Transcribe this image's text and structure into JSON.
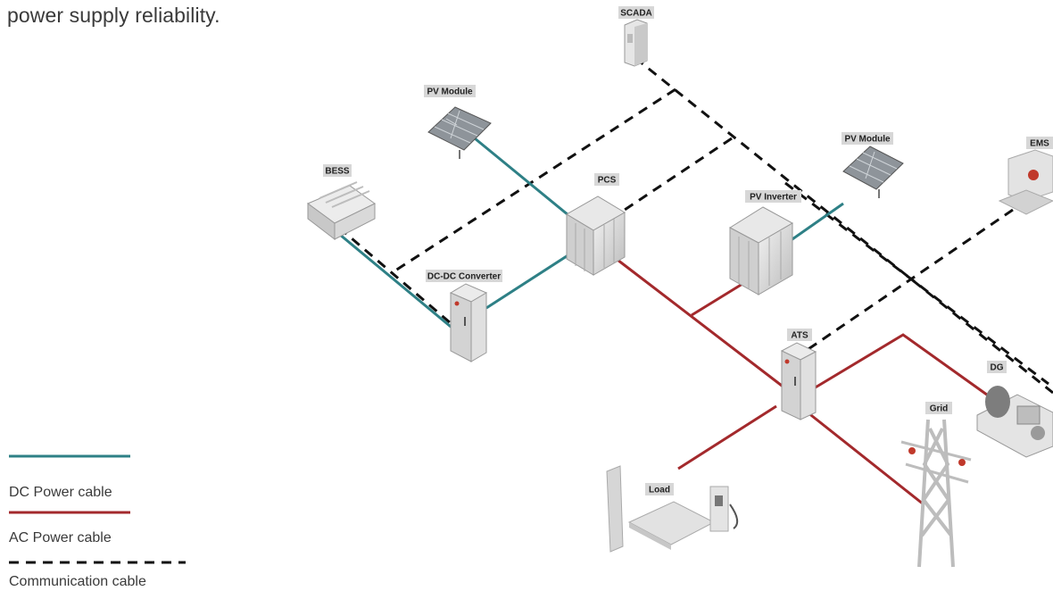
{
  "intro_text": "power supply reliability.",
  "colors": {
    "dc_cable": "#2e8086",
    "ac_cable": "#a3292c",
    "comm_cable": "#111111"
  },
  "nodes": {
    "scada": "SCADA",
    "pv_module_1": "PV Module",
    "pv_module_2": "PV Module",
    "ems": "EMS",
    "bess": "BESS",
    "pcs": "PCS",
    "pv_inverter": "PV Inverter",
    "dcdc": "DC-DC Converter",
    "ats": "ATS",
    "dg": "DG",
    "grid": "Grid",
    "load": "Load"
  },
  "legend": {
    "dc": "DC Power cable",
    "ac": "AC Power cable",
    "comm": "Communication cable"
  }
}
